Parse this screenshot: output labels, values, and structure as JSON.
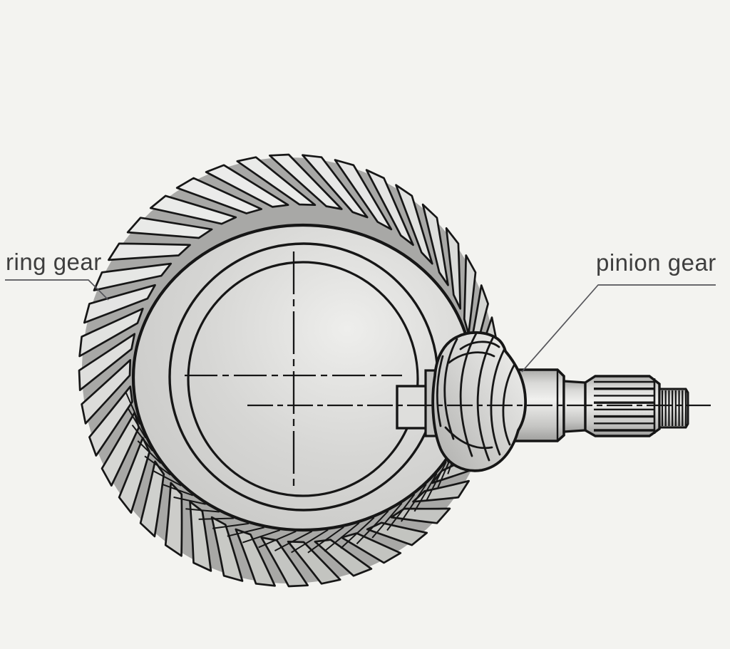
{
  "diagram": {
    "type": "technical-illustration",
    "subject": "ring gear and pinion gear (hypoid bevel gear set)",
    "labels": {
      "ring_gear": "ring gear",
      "pinion_gear": "pinion gear"
    },
    "colors": {
      "background": "#f3f3f0",
      "outline": "#161616",
      "metal_light": "#eeeeec",
      "metal_mid": "#cfcfcd",
      "metal_dark": "#b4b4b2",
      "metal_deep": "#a6a6a4",
      "label_text": "#3e3e3e",
      "leader_line": "#55555a"
    },
    "geometry": {
      "ring_teeth": 40,
      "spline_lines": 8,
      "thread_lines": 8,
      "inner_band_lines": 30
    }
  }
}
